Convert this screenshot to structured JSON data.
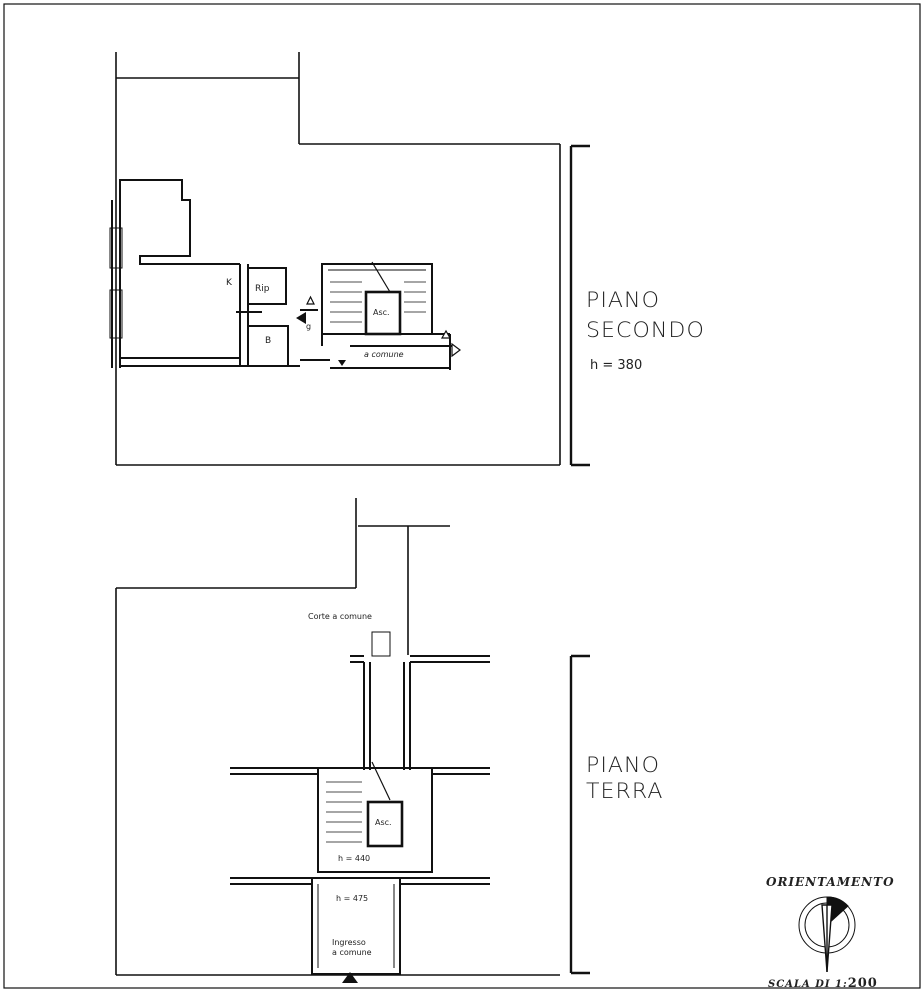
{
  "second_floor": {
    "title_line1": "PIANO",
    "title_line2": "SECONDO",
    "height_label": "h = 380",
    "rooms": {
      "kitchen": "K",
      "closet": "Rip",
      "bath": "B",
      "elevator": "Asc.",
      "landing": "a comune",
      "stair_down": "g"
    }
  },
  "ground_floor": {
    "title_line1": "PIANO",
    "title_line2": "TERRA",
    "courtyard": "Corte a comune",
    "elevator": "Asc.",
    "height_stair": "h = 440",
    "height_hall": "h = 475",
    "entrance_line1": "Ingresso",
    "entrance_line2": "a comune"
  },
  "legend": {
    "orientation": "ORIENTAMENTO",
    "scale_label": "SCALA DI 1:",
    "scale_value": "200"
  }
}
